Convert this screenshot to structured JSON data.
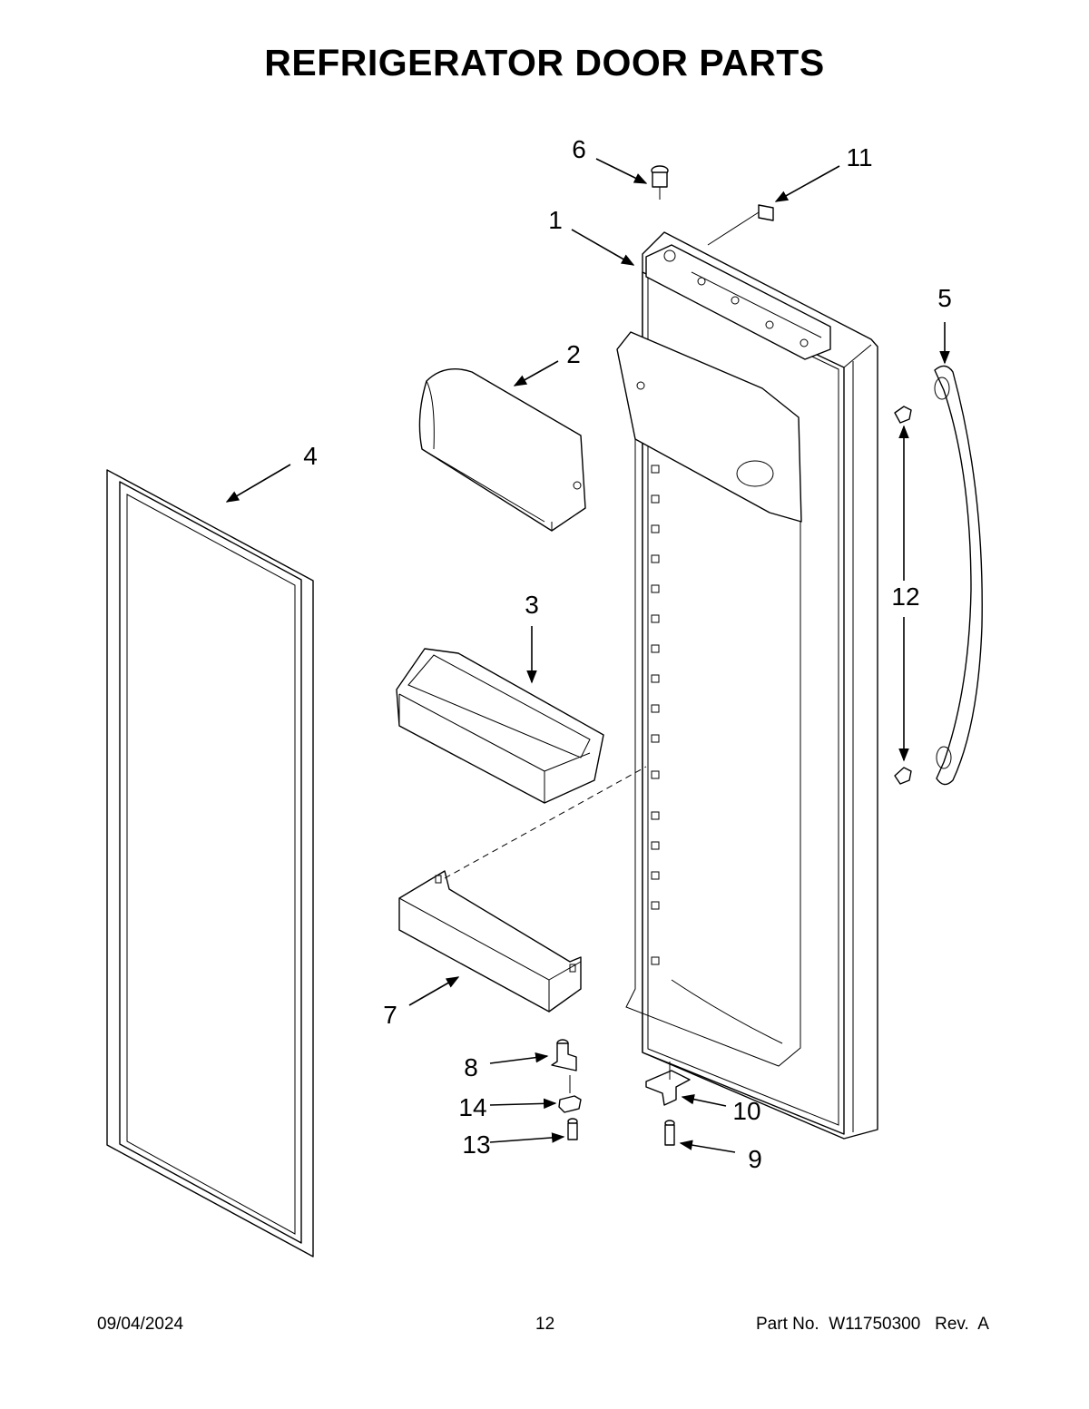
{
  "title": "REFRIGERATOR DOOR PARTS",
  "callouts": [
    "1",
    "2",
    "3",
    "4",
    "5",
    "6",
    "7",
    "8",
    "9",
    "10",
    "11",
    "12",
    "13",
    "14"
  ],
  "footer": {
    "date": "09/04/2024",
    "page": "12",
    "part_no": "Part No.  W11750300   Rev.  A"
  }
}
